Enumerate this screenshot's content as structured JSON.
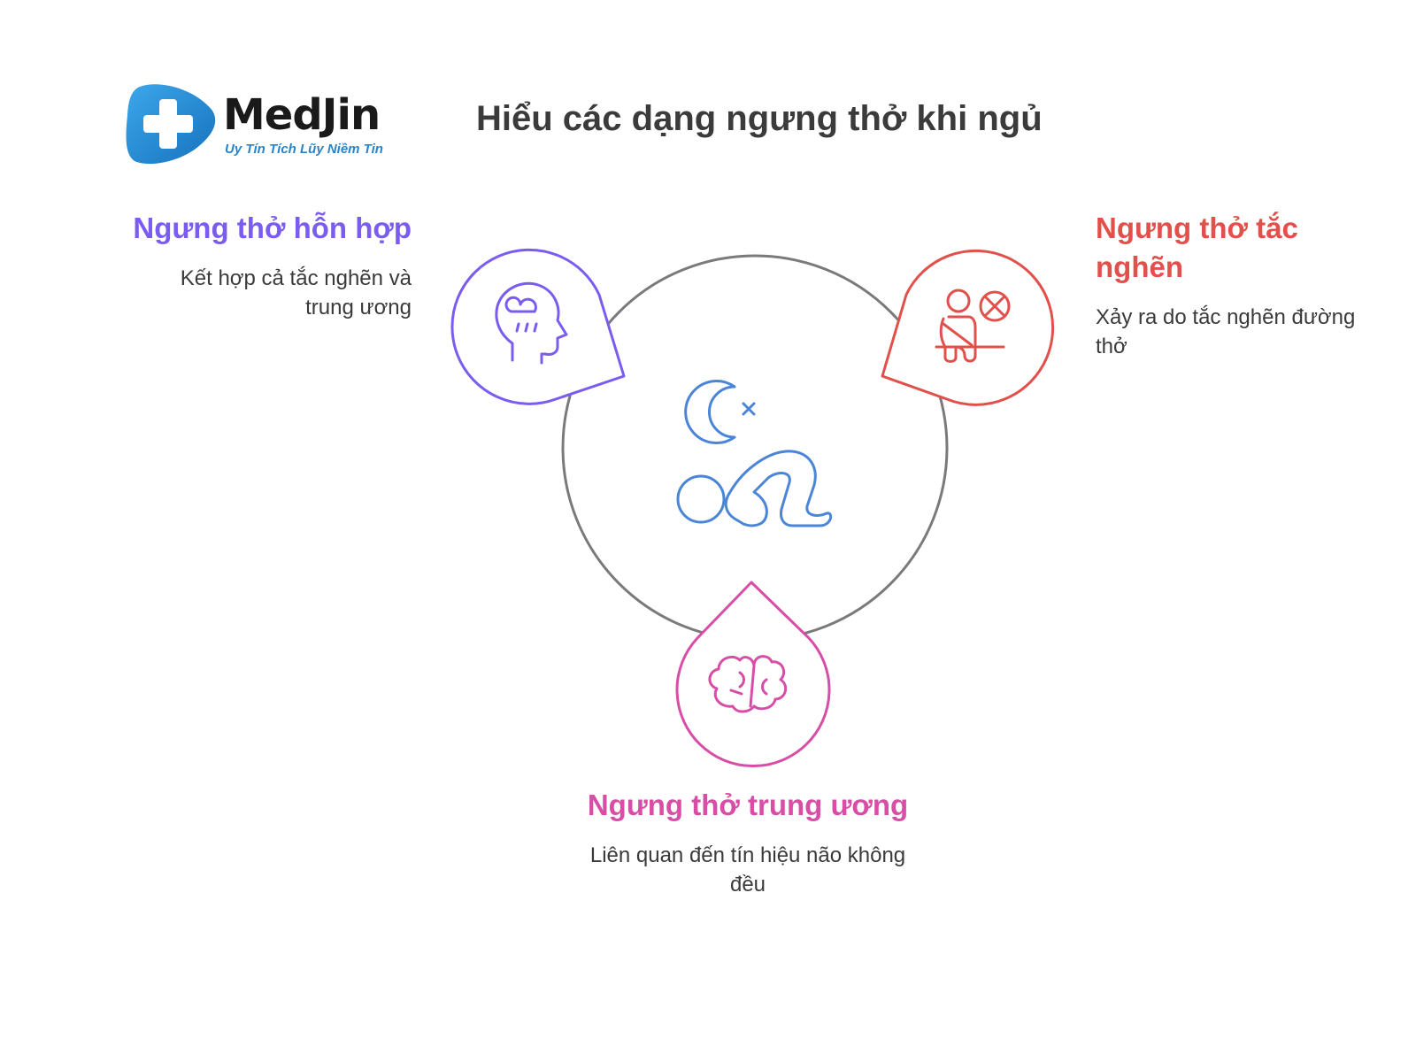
{
  "logo": {
    "name": "MedJin",
    "tagline": "Uy Tín Tích Lũy Niềm Tin",
    "color": "#2a84c9"
  },
  "title": "Hiểu các dạng ngưng thở khi ngủ",
  "center": {
    "icon": "sleep-apnea-icon",
    "color": "#4a85d8"
  },
  "types": {
    "mixed": {
      "title": "Ngưng thở hỗn hợp",
      "description": "Kết hợp cả tắc nghẽn và trung ương",
      "icon": "head-with-cloud-icon",
      "color": "#7b5cf0"
    },
    "obstructive": {
      "title": "Ngưng thở tắc nghẽn",
      "description": "Xảy ra do tắc nghẽn đường thở",
      "icon": "blocked-person-icon",
      "color": "#e2504b"
    },
    "central": {
      "title": "Ngưng thở trung ương",
      "description": "Liên quan đến tín hiệu não không đều",
      "icon": "brain-icon",
      "color": "#d84da6"
    }
  }
}
